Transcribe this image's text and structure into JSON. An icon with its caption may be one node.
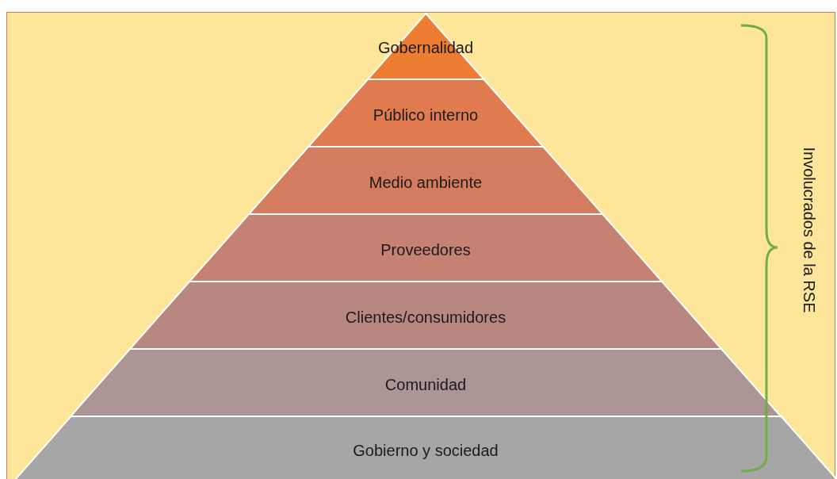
{
  "diagram": {
    "nodes": [
      {
        "text": [
          "Gobernalidad"
        ]
      },
      {
        "text": [
          "Público interno"
        ]
      },
      {
        "text": [
          "Medio ambiente"
        ]
      },
      {
        "text": [
          "Proveedores"
        ]
      },
      {
        "text": [
          "Clientes/consumidores"
        ]
      },
      {
        "text": [
          "Comunidad"
        ]
      },
      {
        "text": [
          "Gobierno y sociedad"
        ]
      }
    ],
    "edges": [],
    "labels": [
      "Involucrados de la RSE"
    ]
  }
}
